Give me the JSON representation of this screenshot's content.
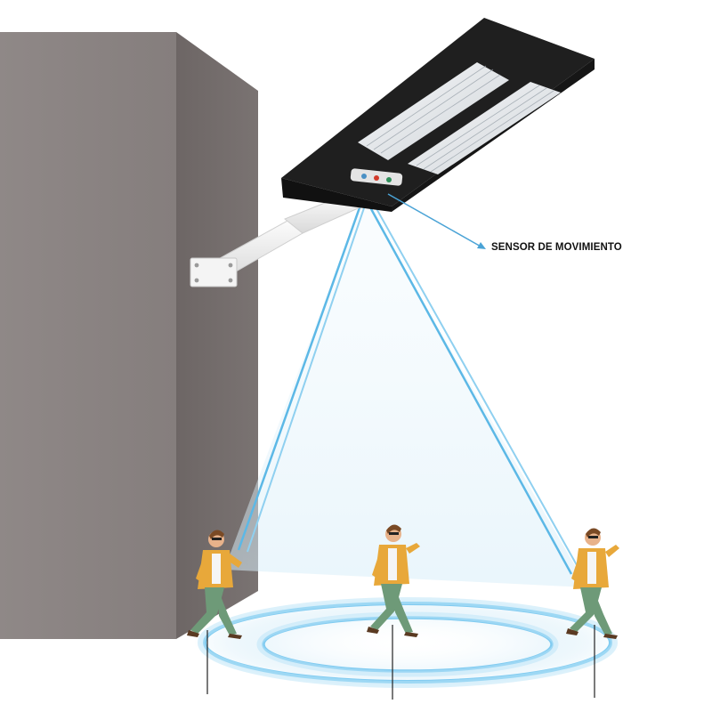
{
  "callout": {
    "label": "SENSOR DE MOVIMIENTO"
  },
  "colors": {
    "wall_front": "#8c8584",
    "wall_side": "#6f6867",
    "beam": "#5cb8e6",
    "lamp_body": "#1c1c1c",
    "led_panel": "#e9ecef",
    "arm": "#f2f2f2",
    "jacket": "#e8a83a",
    "pants": "#6e9a78"
  },
  "scene": {
    "subject": "solar-street-light-with-motion-sensor",
    "people_count": 3
  }
}
